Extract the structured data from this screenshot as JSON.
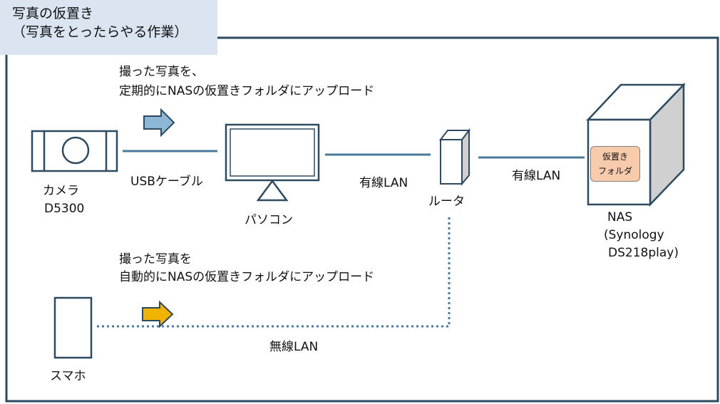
{
  "title": {
    "line1": "写真の仮置き",
    "line2": "（写真をとったらやる作業）"
  },
  "nodes": {
    "camera": {
      "line1": "カメラ",
      "line2": "D5300"
    },
    "pc": {
      "label": "パソコン"
    },
    "router": {
      "label": "ルータ"
    },
    "nas": {
      "line1": "NAS",
      "line2": "(Synology",
      "line3": "DS218play)"
    },
    "nas_folder": {
      "line1": "仮置き",
      "line2": "フォルダ"
    },
    "smartphone": {
      "label": "スマホ"
    }
  },
  "connections": {
    "usb": "USBケーブル",
    "wired_pc_router": "有線LAN",
    "wired_router_nas": "有線LAN",
    "wireless": "無線LAN"
  },
  "annotations": {
    "top_line1": "撮った写真を、",
    "top_line2": "定期的にNASの仮置きフォルダにアップロード",
    "bottom_line1": "撮った写真を",
    "bottom_line2": "自動的にNASの仮置きフォルダにアップロード"
  },
  "colors": {
    "frame": "#2e4a60",
    "link_line": "#4a7a99",
    "title_bg": "#dbe5f1",
    "arrow_top": "#8cb8d6",
    "arrow_bottom": "#f0b400",
    "folder_fill": "#f8cbad",
    "nas_side": "#d0d0d0"
  },
  "icons": {
    "top_arrow": "right-arrow-icon",
    "bottom_arrow": "right-arrow-icon"
  }
}
